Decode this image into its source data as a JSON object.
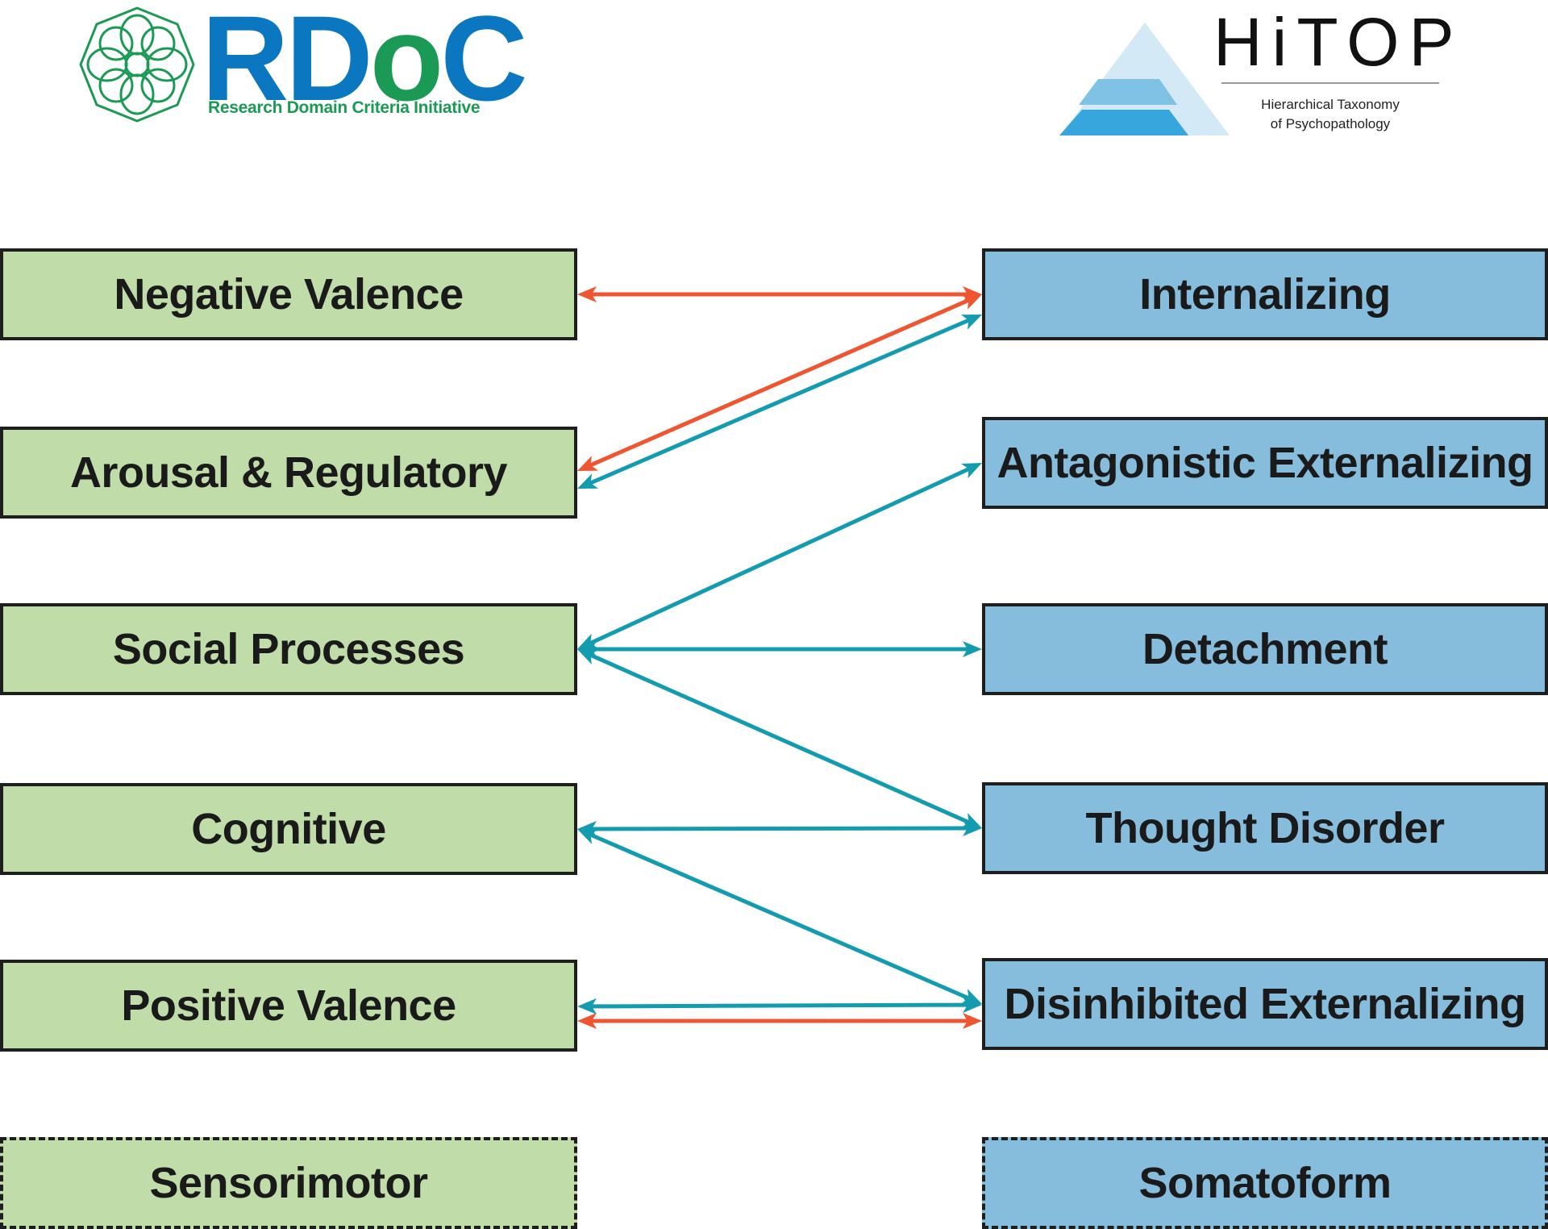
{
  "logos": {
    "rdoc": {
      "word_main": "RD",
      "word_o": "o",
      "word_end": "C",
      "tagline": "Research Domain Criteria Initiative",
      "icon": "flower-lattice-icon"
    },
    "hitop": {
      "word": "HiTOP",
      "subtitle_line1": "Hierarchical Taxonomy",
      "subtitle_line2": "of Psychopathology",
      "icon": "pyramid-icon"
    }
  },
  "colors": {
    "rdoc_fill": "#c0dca8",
    "hitop_fill": "#86bcdc",
    "teal_arrow": "#139cb0",
    "red_arrow": "#ee5530"
  },
  "rdoc_domains": [
    {
      "id": "negative-valence",
      "label": "Negative Valence",
      "style": "solid"
    },
    {
      "id": "arousal-regulatory",
      "label": "Arousal & Regulatory",
      "style": "solid"
    },
    {
      "id": "social-processes",
      "label": "Social Processes",
      "style": "solid"
    },
    {
      "id": "cognitive",
      "label": "Cognitive",
      "style": "solid"
    },
    {
      "id": "positive-valence",
      "label": "Positive Valence",
      "style": "solid"
    },
    {
      "id": "sensorimotor",
      "label": "Sensorimotor",
      "style": "dashed"
    }
  ],
  "hitop_spectra": [
    {
      "id": "internalizing",
      "label": "Internalizing",
      "style": "solid"
    },
    {
      "id": "antagonistic-externalizing",
      "label": "Antagonistic Externalizing",
      "style": "solid"
    },
    {
      "id": "detachment",
      "label": "Detachment",
      "style": "solid"
    },
    {
      "id": "thought-disorder",
      "label": "Thought Disorder",
      "style": "solid"
    },
    {
      "id": "disinhibited-externalizing",
      "label": "Disinhibited Externalizing",
      "style": "solid"
    },
    {
      "id": "somatoform",
      "label": "Somatoform",
      "style": "dashed"
    }
  ],
  "links": [
    {
      "from": "negative-valence",
      "to": "internalizing",
      "color": "red"
    },
    {
      "from": "arousal-regulatory",
      "to": "internalizing",
      "color": "red"
    },
    {
      "from": "arousal-regulatory",
      "to": "internalizing",
      "color": "teal"
    },
    {
      "from": "social-processes",
      "to": "antagonistic-externalizing",
      "color": "teal"
    },
    {
      "from": "social-processes",
      "to": "detachment",
      "color": "teal"
    },
    {
      "from": "social-processes",
      "to": "thought-disorder",
      "color": "teal"
    },
    {
      "from": "cognitive",
      "to": "thought-disorder",
      "color": "teal"
    },
    {
      "from": "cognitive",
      "to": "disinhibited-externalizing",
      "color": "teal"
    },
    {
      "from": "positive-valence",
      "to": "disinhibited-externalizing",
      "color": "teal"
    },
    {
      "from": "positive-valence",
      "to": "disinhibited-externalizing",
      "color": "red"
    }
  ]
}
